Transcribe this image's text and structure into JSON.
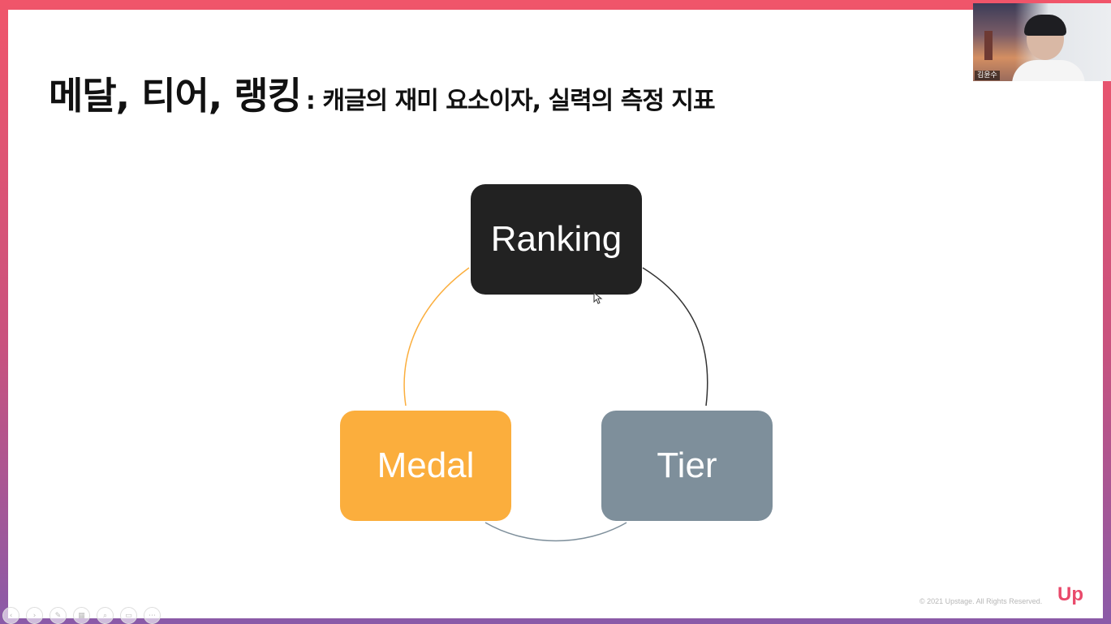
{
  "slide": {
    "title_main": "메달, 티어, 랭킹",
    "title_sub": ": 캐글의 재미 요소이자, 실력의 측정 지표",
    "copyright": "© 2021 Upstage. All Rights Reserved.",
    "logo": "Up"
  },
  "cycle": {
    "ranking": {
      "label": "Ranking",
      "color": "#222222"
    },
    "tier": {
      "label": "Tier",
      "color": "#7e8f9b"
    },
    "medal": {
      "label": "Medal",
      "color": "#fbae3d"
    }
  },
  "webcam": {
    "participant_name": "김윤수"
  },
  "toolbar": {
    "icons": [
      "prev-icon",
      "next-icon",
      "pen-icon",
      "slides-icon",
      "zoom-icon",
      "subtitle-icon",
      "more-icon"
    ],
    "labels": [
      "‹",
      "›",
      "✎",
      "▦",
      "⌕",
      "▭",
      "⋯"
    ]
  },
  "colors": {
    "frame_top": "#f0556a",
    "frame_bottom": "#8a5aa8",
    "brand": "#e94a6b"
  }
}
